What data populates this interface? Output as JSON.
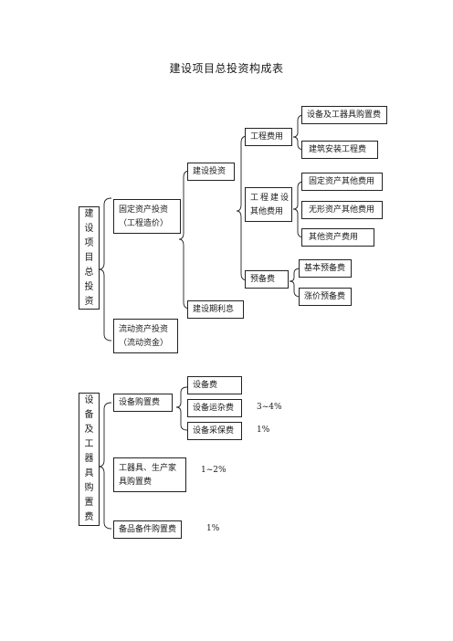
{
  "title": "建设项目总投资构成表",
  "diagram1": {
    "root_chars": [
      "建",
      "设",
      "项",
      "目",
      "总",
      "投",
      "资"
    ],
    "fixed_assets": [
      "固定资产投资",
      "（工程造价）"
    ],
    "current_assets": [
      "流动资产投资",
      "（流动资金）"
    ],
    "construction_investment": "建设投资",
    "construction_interest": "建设期利息",
    "engineering_cost": "工程费用",
    "engineering_other": [
      "工程建设",
      "其他费用"
    ],
    "reserve": "预备费",
    "equipment_purchase": "设备及工器具购置费",
    "building_install": "建筑安装工程费",
    "fixed_asset_other": "固定资产其他费用",
    "intangible_other": "无形资产其他费用",
    "other_asset_cost": "其他资产费用",
    "basic_reserve": "基本预备费",
    "price_reserve": "涨价预备费"
  },
  "diagram2": {
    "root_chars": [
      "设",
      "备",
      "及",
      "工",
      "器",
      "具",
      "购",
      "置",
      "费"
    ],
    "equipment_cost_group": "设备购置费",
    "equipment_fee": "设备费",
    "transport_fee": "设备运杂费",
    "transport_rate": "3~4%",
    "procurement_fee": "设备采保费",
    "procurement_rate": "1%",
    "tools": [
      "工器具、生产家",
      "具购置费"
    ],
    "tools_rate": "1~2%",
    "spare_parts": "备品备件购置费",
    "spare_rate": "1%"
  }
}
